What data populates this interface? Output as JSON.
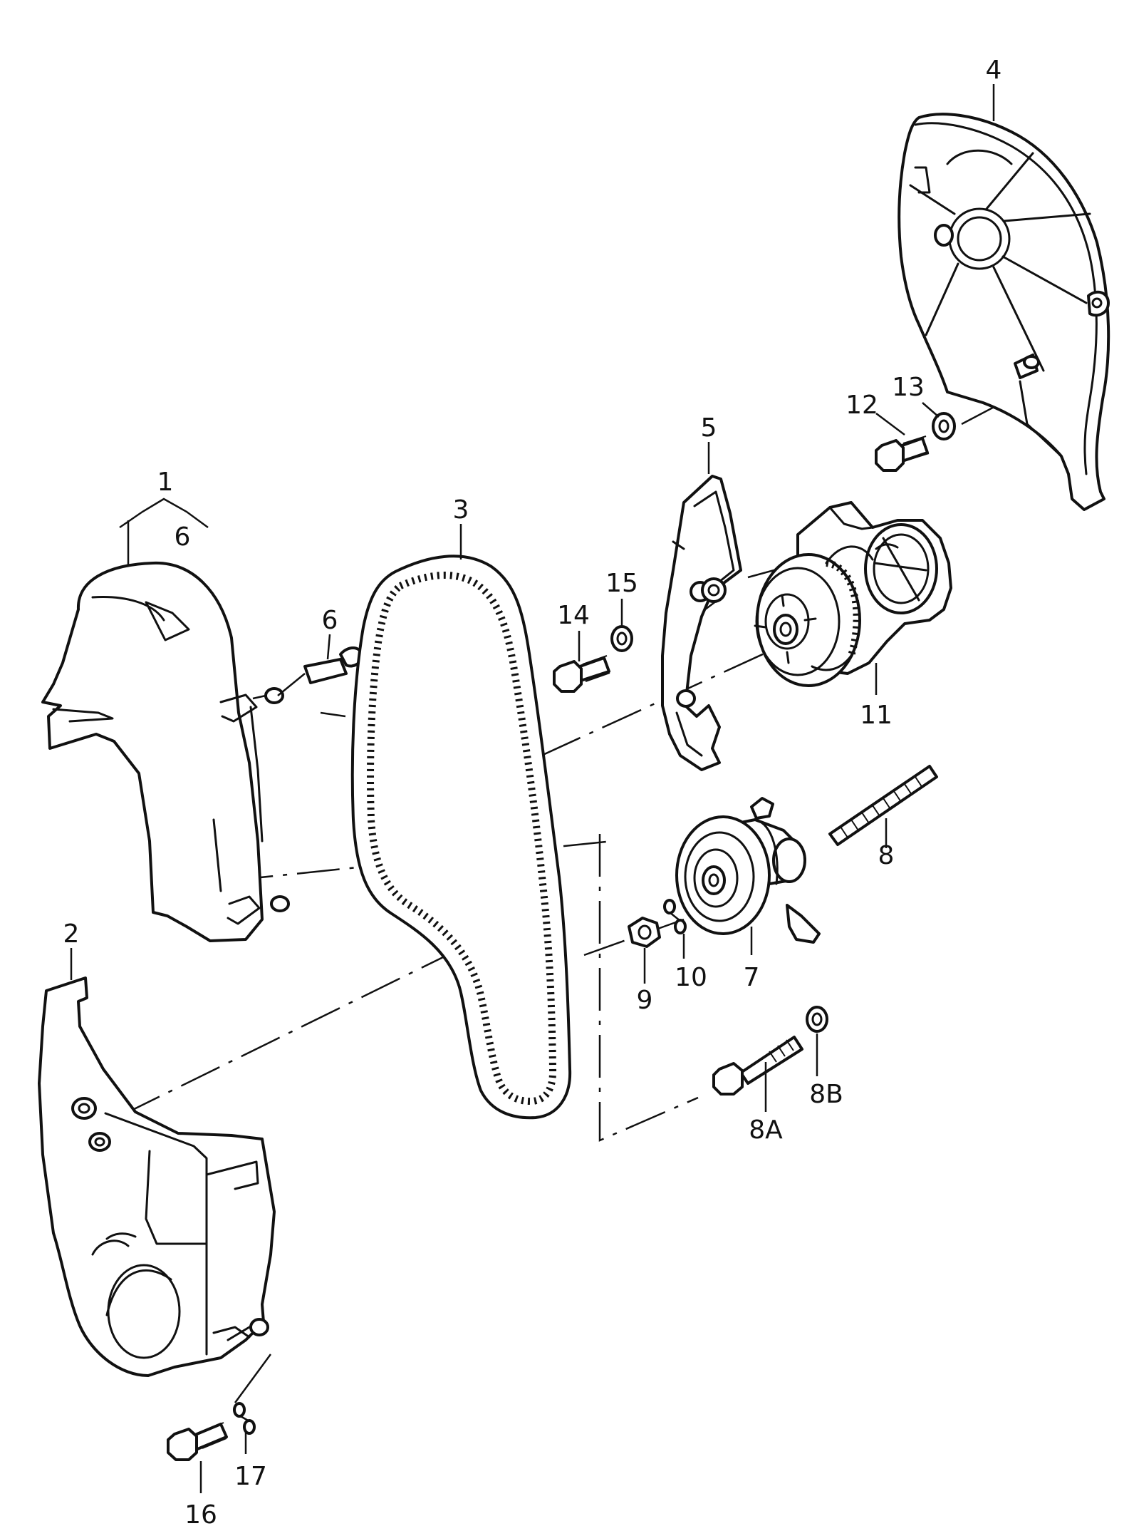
{
  "callouts": {
    "c1": "1",
    "c1_sub": "6",
    "c2": "2",
    "c3": "3",
    "c4": "4",
    "c5": "5",
    "c6": "6",
    "c7": "7",
    "c8": "8",
    "c8a": "8A",
    "c8b": "8B",
    "c9": "9",
    "c10": "10",
    "c11": "11",
    "c12": "12",
    "c13": "13",
    "c14": "14",
    "c15": "15",
    "c16": "16",
    "c17": "17"
  },
  "colors": {
    "line": "#111111",
    "background": "#ffffff"
  }
}
